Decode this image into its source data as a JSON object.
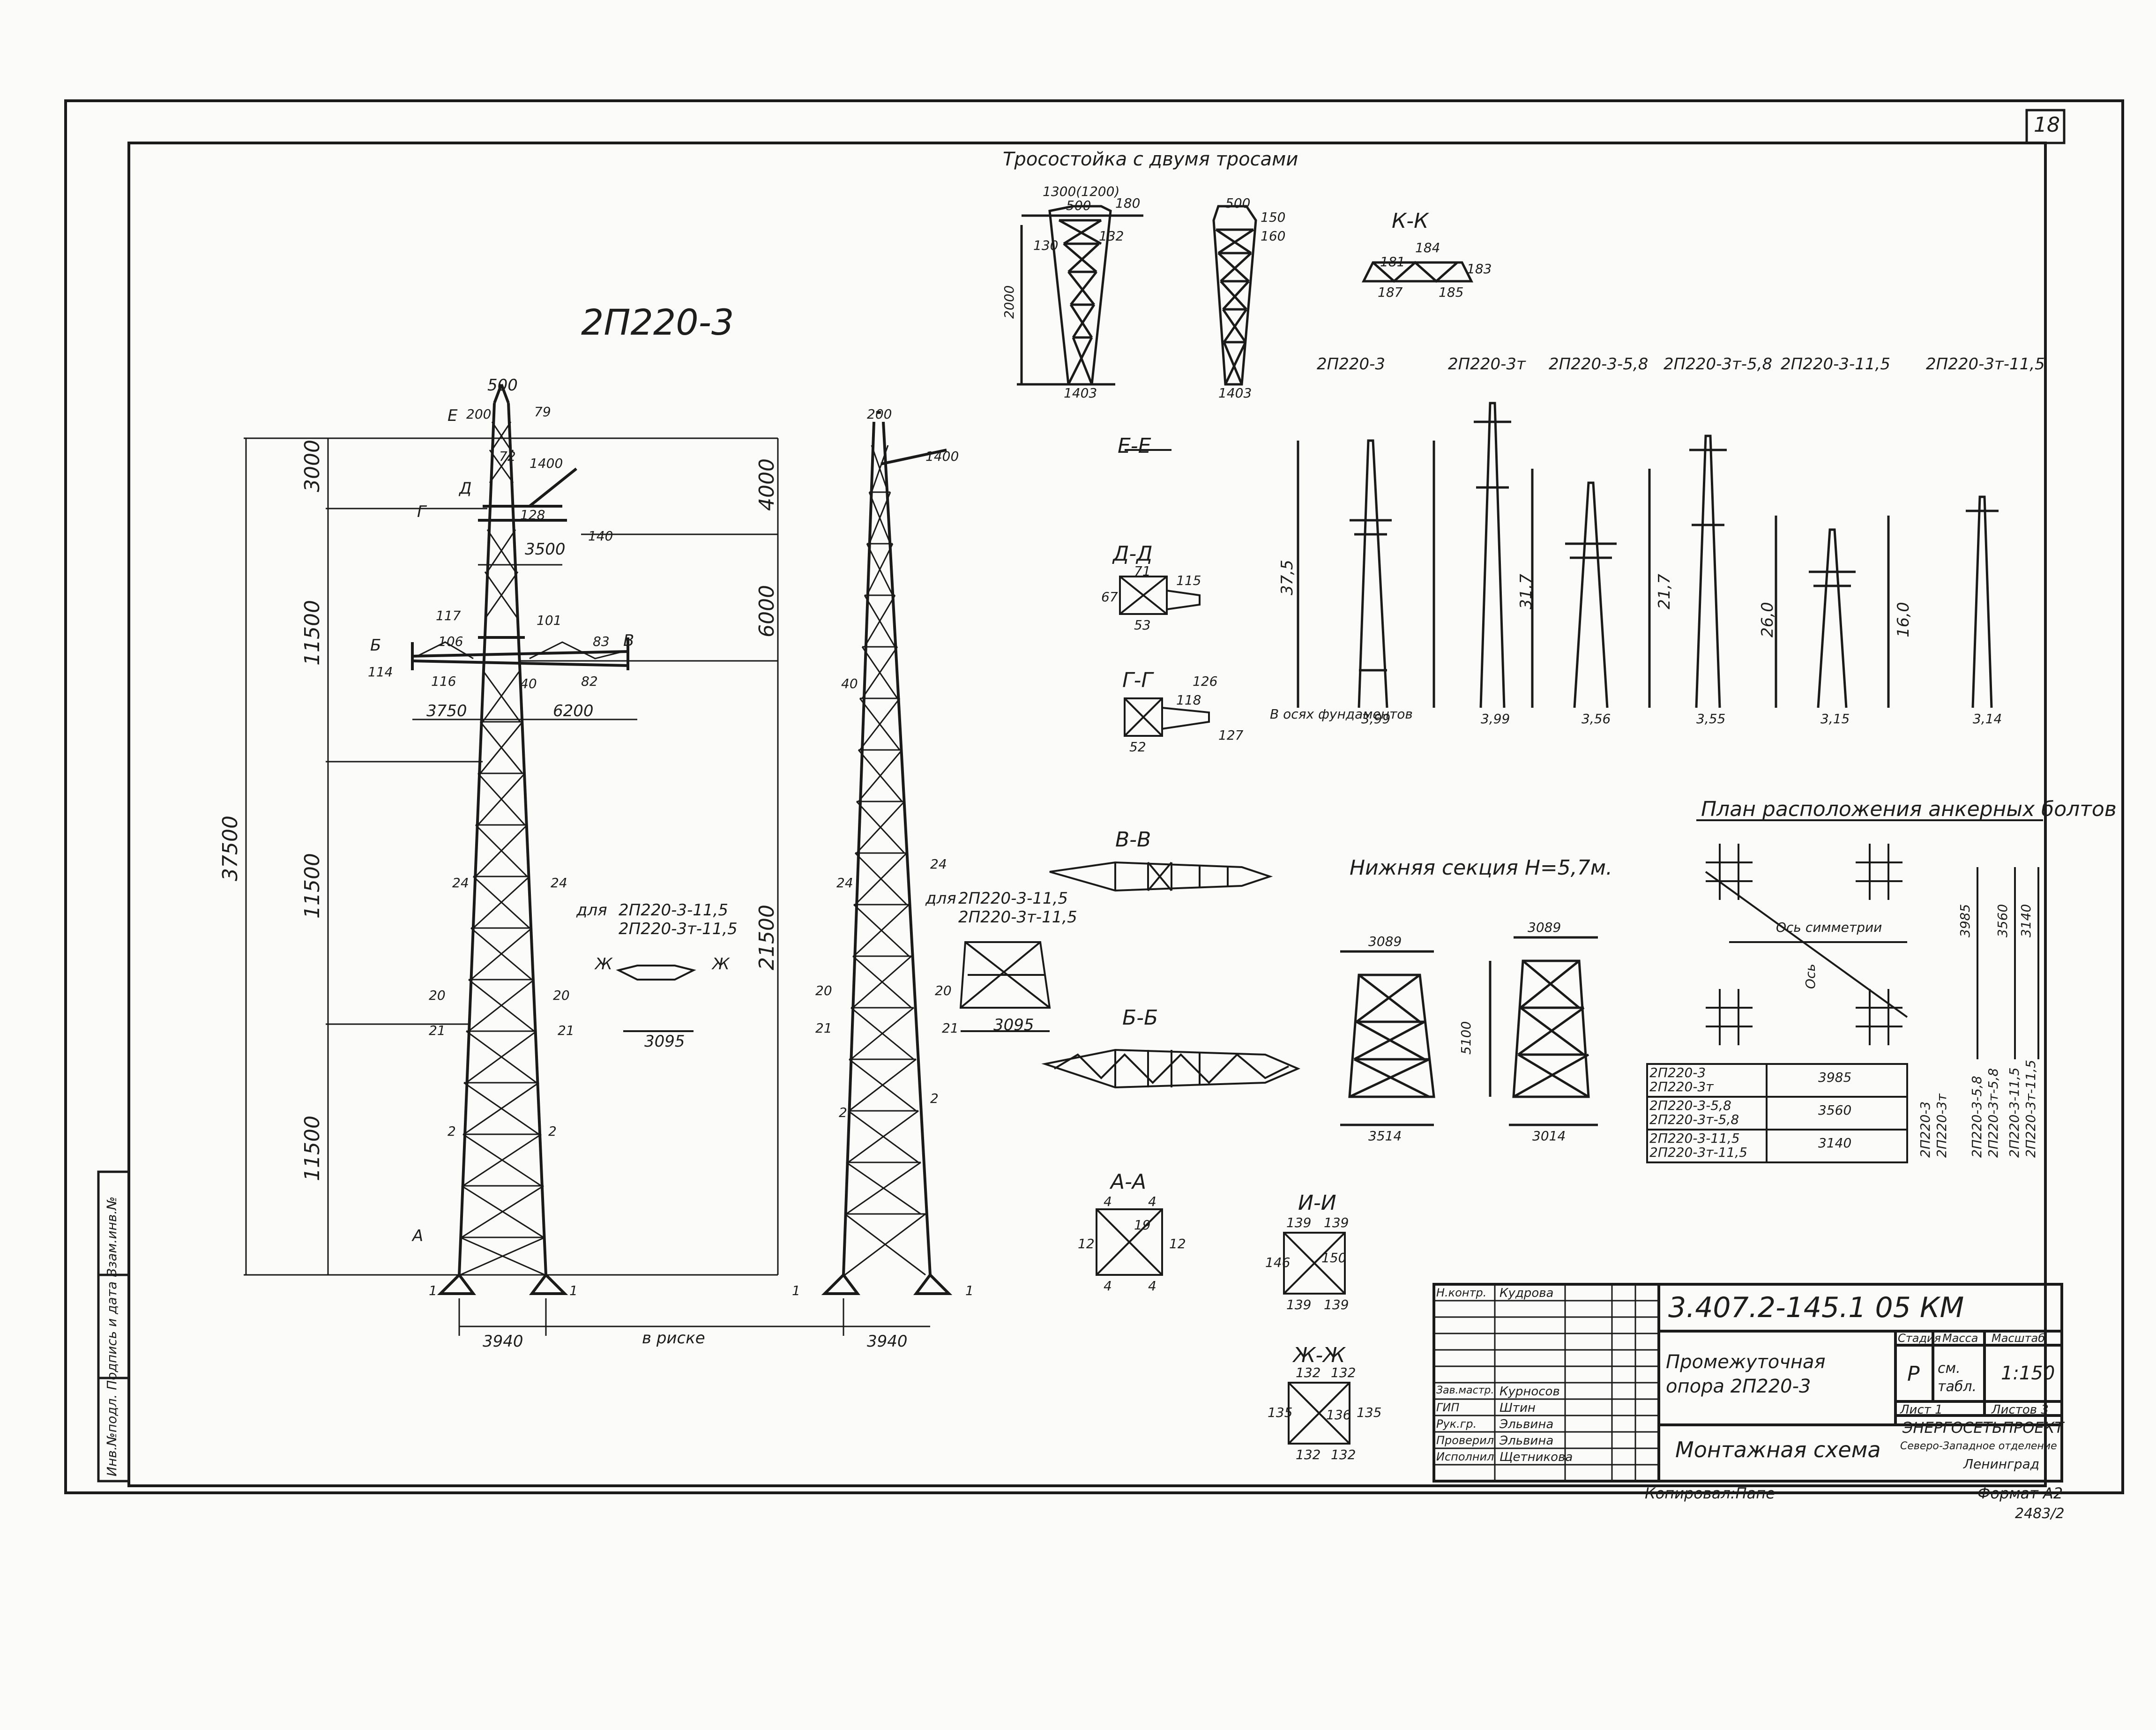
{
  "sheet": {
    "sheet_number": "18",
    "main_title": "2П220-3",
    "top_title": "Тросостойка с двумя тросами",
    "copied_by": "Копировал:Папе",
    "format": "Формат А2",
    "corner_code": "2483/2",
    "side_stamp": "Инв.№подл.  Подпись и дата  Взам.инв.№"
  },
  "tower": {
    "heights": [
      "3000",
      "11500",
      "11500",
      "11500",
      "37500"
    ],
    "right_heights": [
      "4000",
      "6000",
      "21500"
    ],
    "top_width": "500",
    "top_dims": [
      "200",
      "79"
    ],
    "crossarm_widths": [
      "3500",
      "3750",
      "6200"
    ],
    "base_width": "3940",
    "base_label": "в риске",
    "base_width_right": "3940",
    "section_marks": [
      "Е",
      "Д",
      "Г",
      "Б",
      "В",
      "Ж",
      "А"
    ],
    "member_labels": [
      "72",
      "1400",
      "128",
      "140",
      "117",
      "101",
      "106",
      "116",
      "114",
      "83",
      "82",
      "40",
      "24",
      "20",
      "21",
      "2",
      "1"
    ],
    "note_for": "для",
    "note_models": [
      "2П220-3-11,5",
      "2П220-3т-11,5"
    ],
    "zh_width": "3095"
  },
  "cable_stand": {
    "dims_left": [
      "1300(1200)",
      "500",
      "180",
      "130",
      "132",
      "2000",
      "1403"
    ],
    "dims_right": [
      "500",
      "150",
      "160",
      "1403"
    ],
    "section_label": "К-К",
    "kk_labels": [
      "184",
      "183",
      "181",
      "187",
      "185"
    ]
  },
  "sections": {
    "ee": "Е-Е",
    "dd": "Д-Д",
    "gg": "Г-Г",
    "vv": "В-В",
    "bb": "Б-Б",
    "aa": "А-А",
    "ii": "И-И",
    "zhzh": "Ж-Ж",
    "note_dd": [
      "115",
      "53",
      "67",
      "71"
    ],
    "note_gg": [
      "52",
      "118",
      "127",
      "126"
    ],
    "aa_dims": [
      "4",
      "4",
      "19",
      "12",
      "12",
      "4",
      "4"
    ],
    "ii_dims": [
      "139",
      "139",
      "146",
      "150",
      "139",
      "139"
    ],
    "zhzh_dims": [
      "132",
      "132",
      "135",
      "136",
      "135",
      "132",
      "132"
    ]
  },
  "variants": {
    "titles": [
      "2П220-3",
      "2П220-3т",
      "2П220-3-5,8",
      "2П220-3т-5,8",
      "2П220-3-11,5",
      "2П220-3т-11,5"
    ],
    "base_widths": [
      "3,99",
      "3,99",
      "3,56",
      "3,55",
      "3,15",
      "3,14"
    ],
    "heights": [
      "37,5",
      "31,7",
      "21,7",
      "26,0",
      "16,0"
    ],
    "foundation_note": "В осях фундаментов"
  },
  "lower_section": {
    "title": "Нижняя секция Н=5,7м.",
    "top_width": "3089",
    "top_width_right": "3089",
    "height": "5100",
    "base_width": "3514",
    "base_width_right": "3014"
  },
  "anchor_plan": {
    "title": "План расположения анкерных болтов",
    "axis_label": "Ось симметрии",
    "axis_label2": "Ось",
    "dims": [
      "3985",
      "3560",
      "3140"
    ],
    "table_rows": [
      {
        "models": [
          "2П220-3",
          "2П220-3т"
        ],
        "value": "3985"
      },
      {
        "models": [
          "2П220-3-5,8",
          "2П220-3т-5,8"
        ],
        "value": "3560"
      },
      {
        "models": [
          "2П220-3-11,5",
          "2П220-3т-11,5"
        ],
        "value": "3140"
      }
    ],
    "column_labels": [
      "2П220-3",
      "2П220-3т",
      "2П220-3-5,8",
      "2П220-3т-5,8",
      "2П220-3-11,5",
      "2П220-3т-11,5"
    ]
  },
  "title_block": {
    "doc_code": "3.407.2-145.1  05 КМ",
    "object_name": "Промежуточная опора 2П220-3",
    "sheet_name": "Монтажная схема",
    "stage_header": "Стадия",
    "mass_header": "Масса",
    "scale_header": "Масштаб",
    "stage": "Р",
    "mass": "см. табл.",
    "scale": "1:150",
    "sheet_label": "Лист 1",
    "sheets_label": "Листов 3",
    "org": "ЭНЕРГОСЕТЬПРОЕКТ",
    "org_sub": "Северо-Западное отделение",
    "city": "Ленинград",
    "people": [
      {
        "role": "Н.контр.",
        "name": "Кудрова"
      },
      {
        "role": "Зав.мастр.",
        "name": "Курносов"
      },
      {
        "role": "ГИП",
        "name": "Штин"
      },
      {
        "role": "Рук.гр.",
        "name": "Эльвина"
      },
      {
        "role": "Проверил",
        "name": "Эльвина"
      },
      {
        "role": "Исполнил",
        "name": "Щетникова"
      }
    ]
  }
}
